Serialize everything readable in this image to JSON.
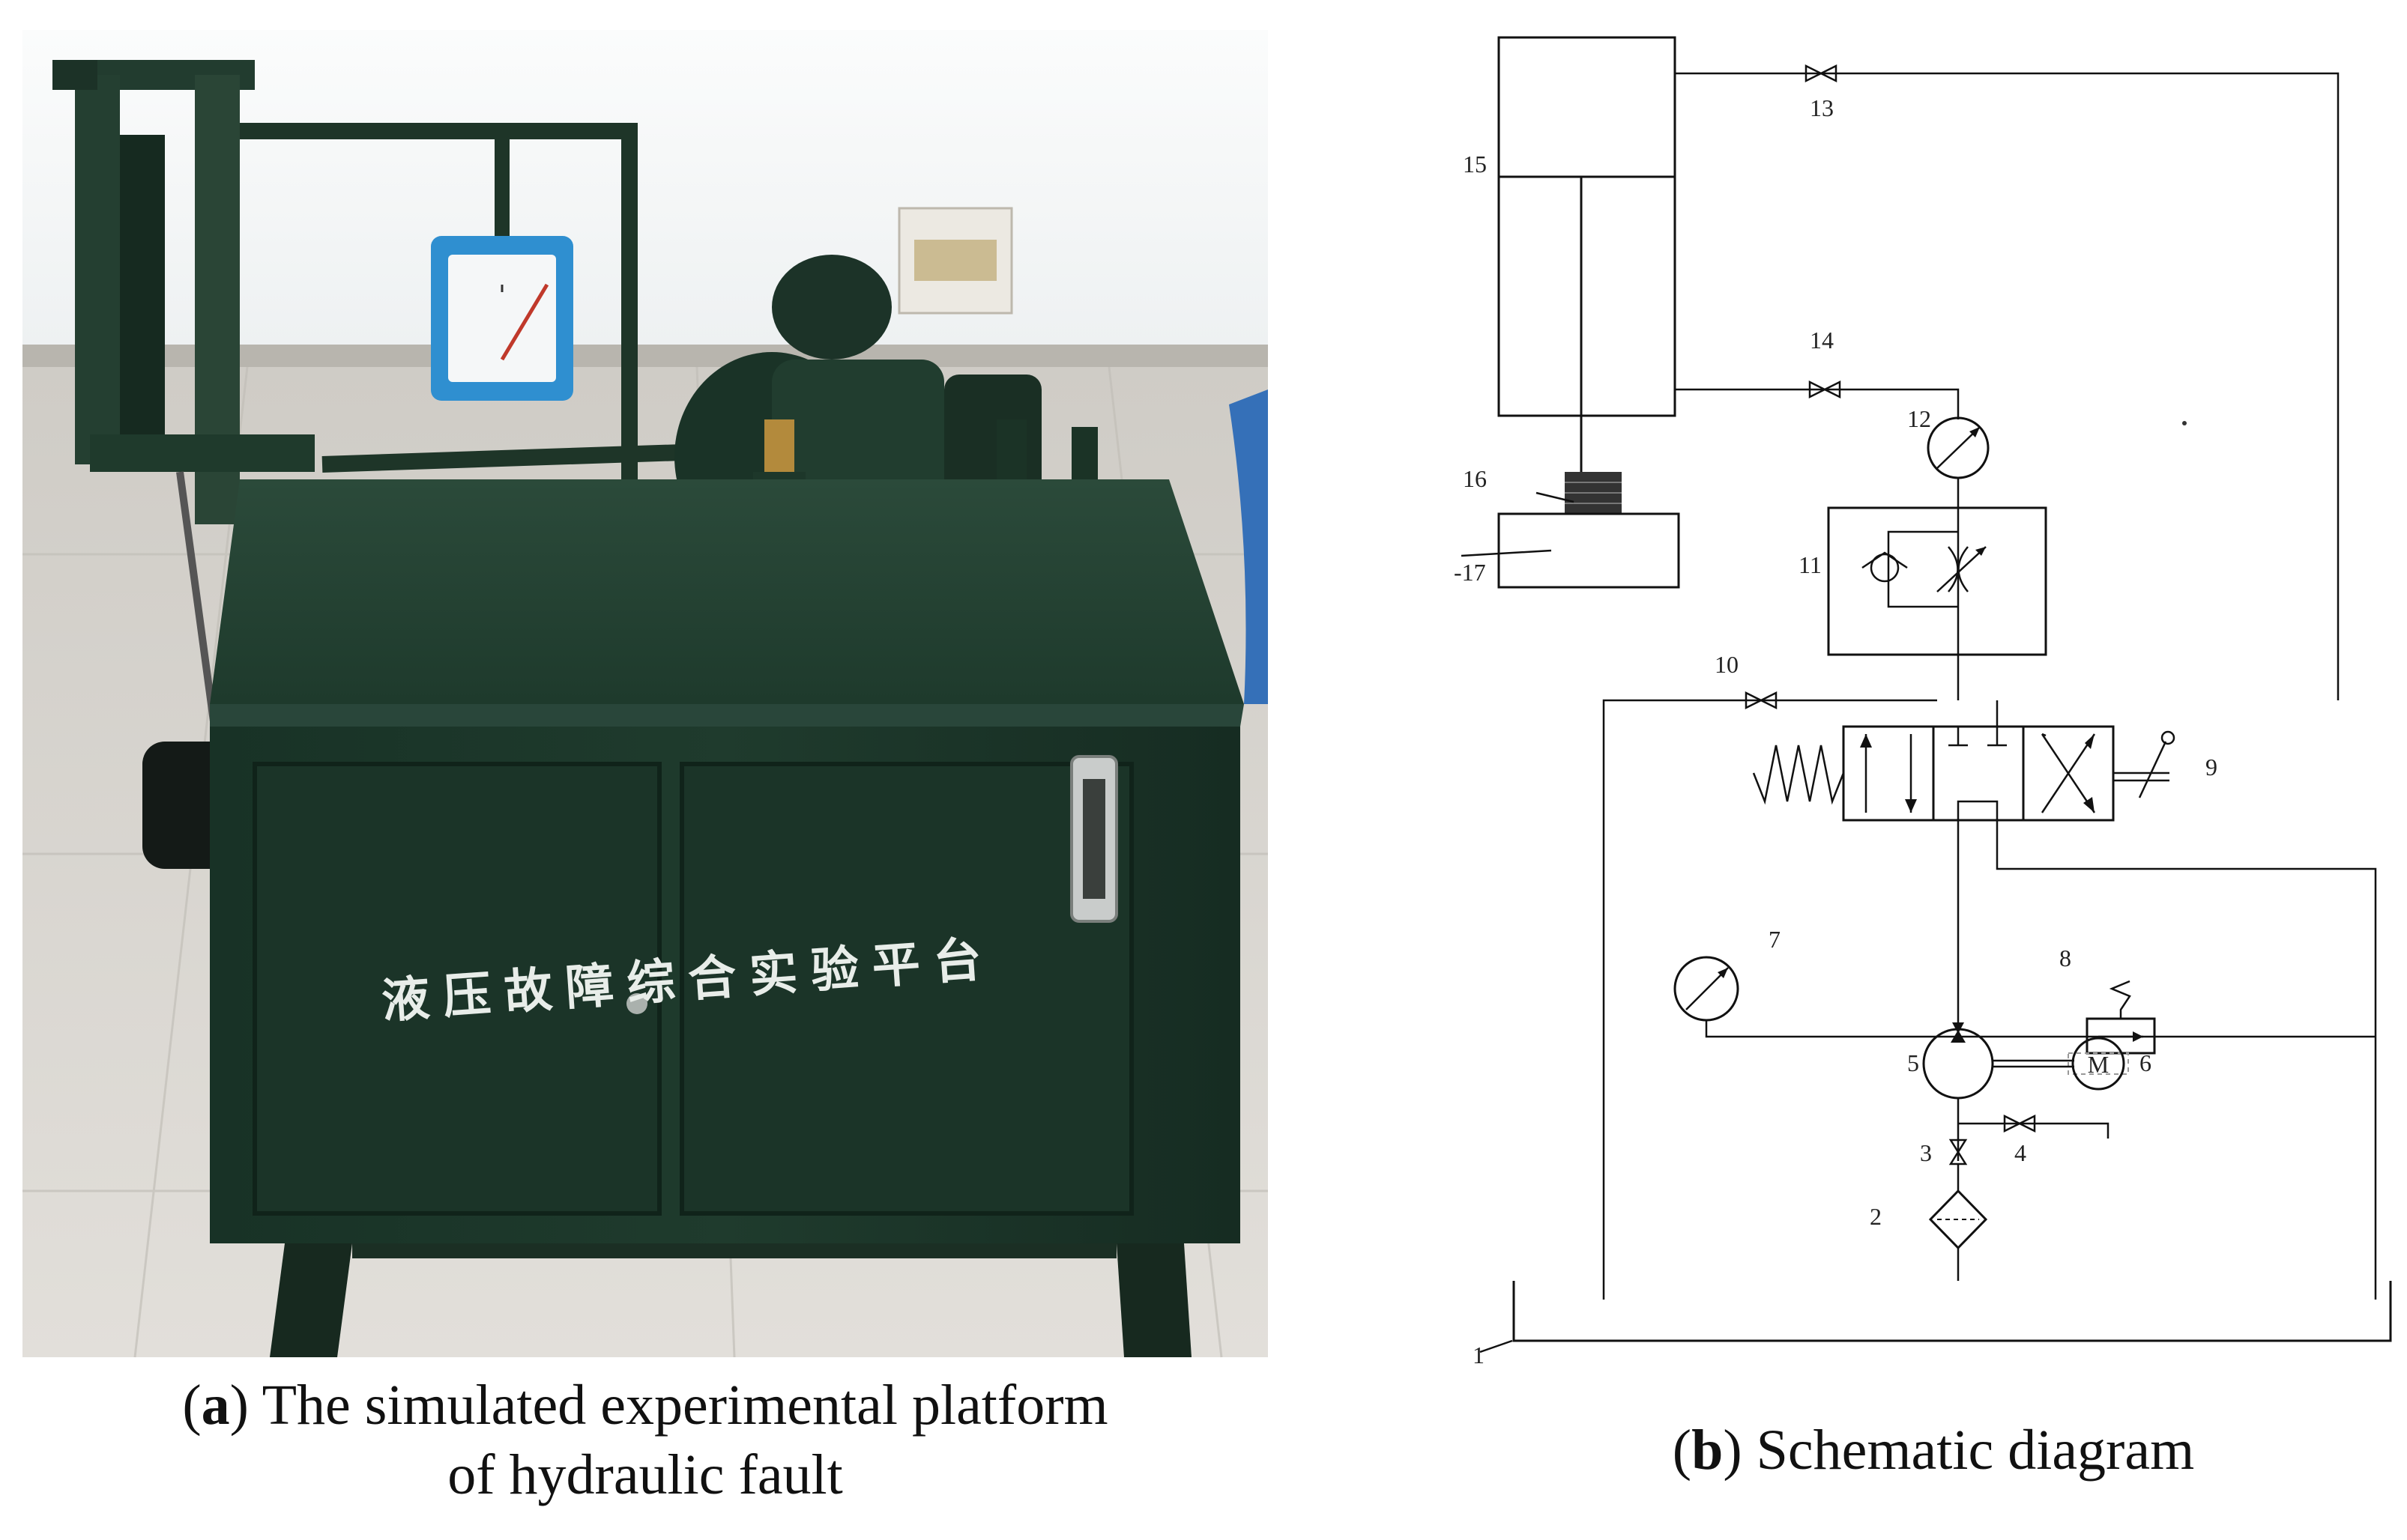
{
  "photo": {
    "panel_text": "液压故障综合实验平台"
  },
  "captions": {
    "a_letter": "a",
    "a_text_line1": ") The simulated experimental platform",
    "a_text_line2": "of hydraulic fault",
    "b_letter": "b",
    "b_text": ") Schematic diagram"
  },
  "schematic": {
    "labels": {
      "l1": "1",
      "l2": "2",
      "l3": "3",
      "l4": "4",
      "l5": "5",
      "l6": "6",
      "l7": "7",
      "l8": "8",
      "l9": "9",
      "l10": "10",
      "l11": "11",
      "l12": "12",
      "l13": "13",
      "l14": "14",
      "l15": "15",
      "l16": "16",
      "l17": "-17",
      "motor": "M"
    }
  },
  "colors": {
    "machine_green": "#1f3a2c",
    "flowmeter_blue": "#2f8fd0",
    "wall": "#f4f6f7",
    "floor": "#d3d0c9"
  }
}
